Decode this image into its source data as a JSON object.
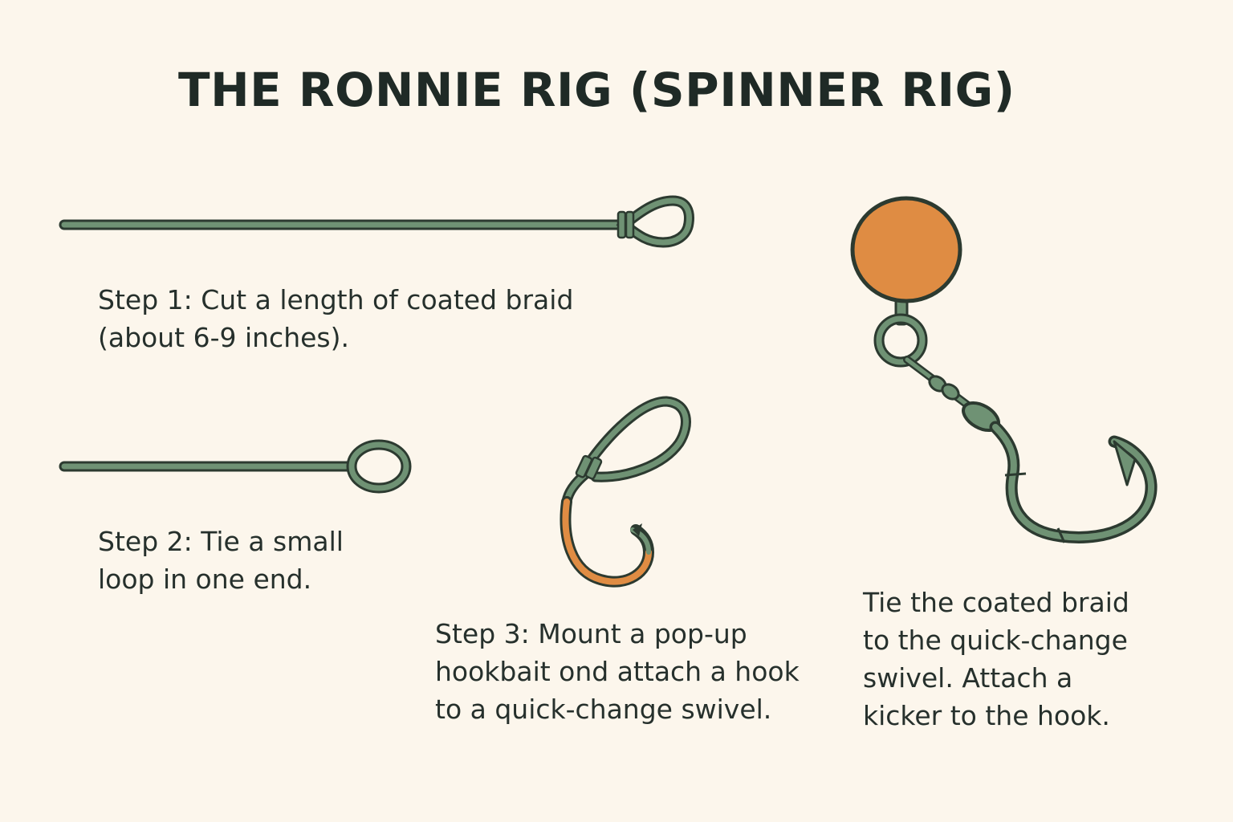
{
  "title": "THE RONNIE RIG (SPINNER RIG)",
  "steps": [
    {
      "lines": [
        "Step 1: Cut a length of coated braid",
        "(about 6-9 inches)."
      ]
    },
    {
      "lines": [
        "Step 2: Tie a small",
        "loop in one end."
      ]
    },
    {
      "lines": [
        "Step 3: Mount a pop-up",
        "hookbait ond attach a hook",
        "to a quick-change swivel."
      ]
    },
    {
      "lines": [
        "Tie the coated braid",
        "to the quick-change",
        "swivel. Attach a",
        "kicker to the hook."
      ]
    }
  ],
  "colors": {
    "background": "#fcf6ec",
    "braid": "#6f9274",
    "outline": "#2c3a30",
    "hookbait": "#df8c43",
    "text": "#26302c"
  },
  "icons": [
    "braid-with-loop",
    "braid-small-loop",
    "hook-with-loop",
    "pop-up-hookbait",
    "quick-change-swivel",
    "kicker-hook"
  ]
}
